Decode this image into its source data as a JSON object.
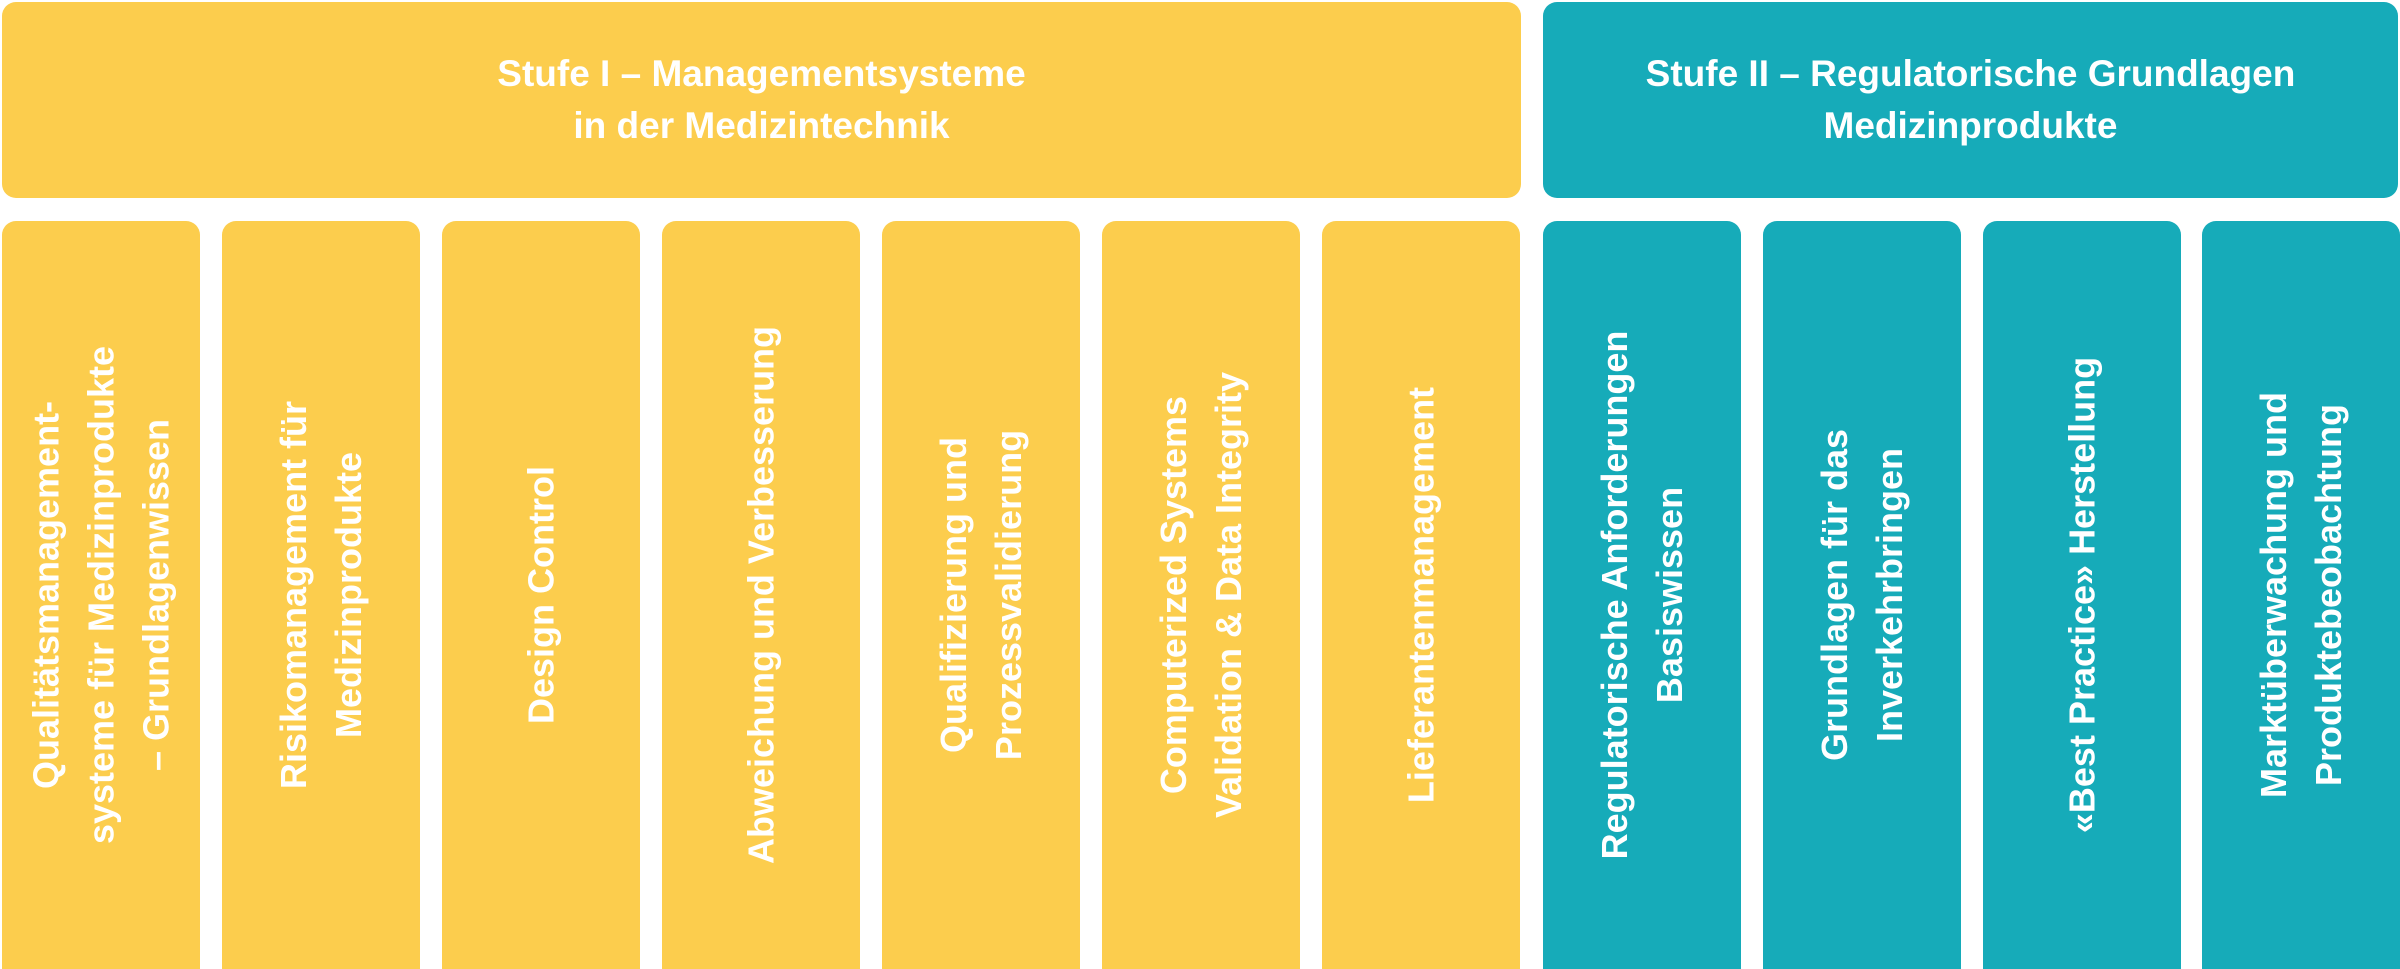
{
  "stages": [
    {
      "title_line1": "Stufe I – Managementsysteme",
      "title_line2": "in der Medizintechnik",
      "color": "#fccd4d"
    },
    {
      "title_line1": "Stufe II – Regulatorische Grundlagen",
      "title_line2": "Medizinprodukte",
      "color": "#16abb9"
    }
  ],
  "modules": [
    {
      "lines": [
        "Qualitätsmanagement-",
        "systeme für Medizinprodukte",
        "– Grundlagenwissen"
      ],
      "stage": 1
    },
    {
      "lines": [
        "Risikomanagement für",
        "Medizinprodukte"
      ],
      "stage": 1
    },
    {
      "lines": [
        "Design Control"
      ],
      "stage": 1
    },
    {
      "lines": [
        "Abweichung und Verbesserung"
      ],
      "stage": 1
    },
    {
      "lines": [
        "Qualifizierung und",
        "Prozessvalidierung"
      ],
      "stage": 1
    },
    {
      "lines": [
        "Computerized Systems",
        "Validation & Data Integrity"
      ],
      "stage": 1
    },
    {
      "lines": [
        "Lieferantenmanagement"
      ],
      "stage": 1
    },
    {
      "lines": [
        "Regulatorische Anforderungen",
        "Basiswissen"
      ],
      "stage": 2
    },
    {
      "lines": [
        "Grundlagen für das",
        "Inverkehrbringen"
      ],
      "stage": 2
    },
    {
      "lines": [
        "«Best Practice» Herstellung"
      ],
      "stage": 2
    },
    {
      "lines": [
        "Marktüberwachung und",
        "Produktebeobachtung"
      ],
      "stage": 2
    }
  ]
}
